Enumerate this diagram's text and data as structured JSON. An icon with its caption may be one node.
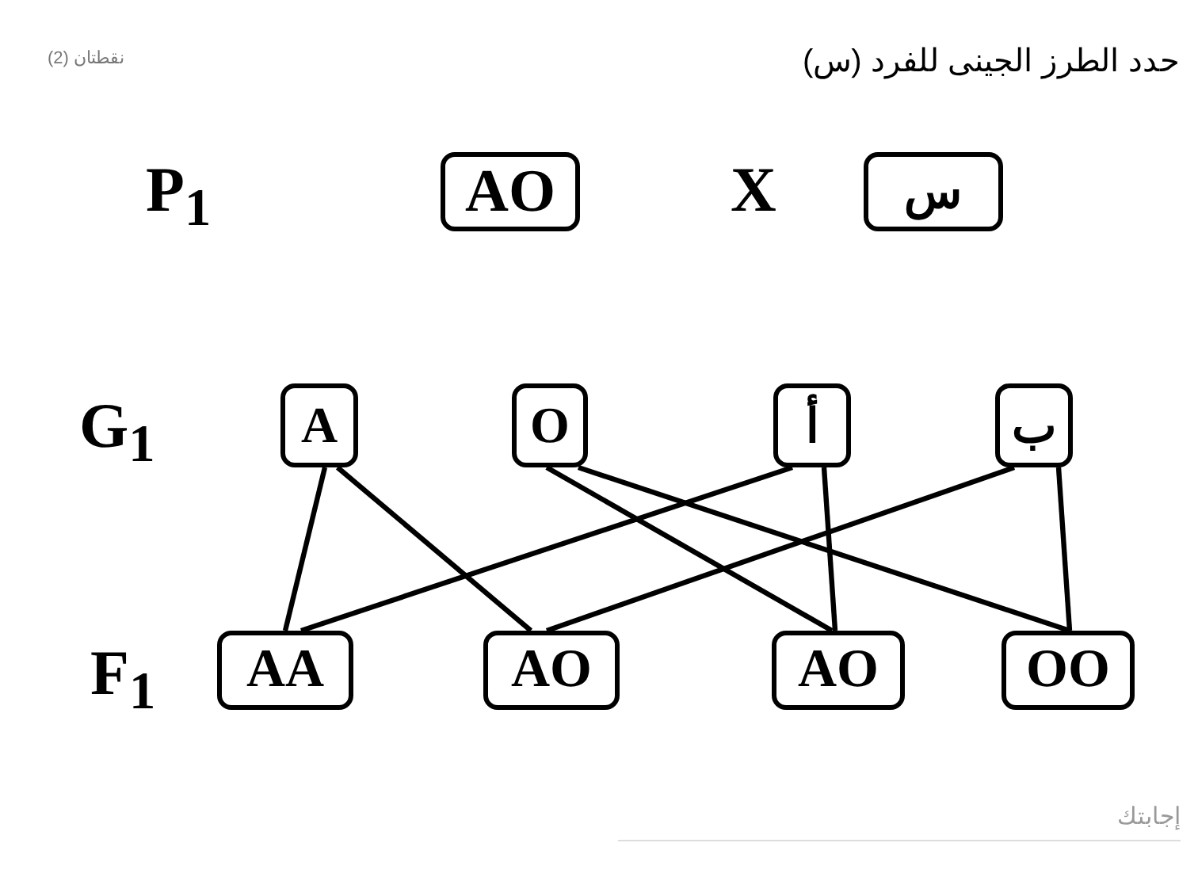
{
  "diagram": {
    "title": "حدد الطرز الجينى للفرد (س)",
    "nodes": [
      {
        "text": [
          "AO"
        ]
      },
      {
        "text": [
          "س"
        ]
      },
      {
        "text": [
          "A"
        ]
      },
      {
        "text": [
          "O"
        ]
      },
      {
        "text": [
          "أ"
        ]
      },
      {
        "text": [
          "ب"
        ]
      },
      {
        "text": [
          "AA"
        ]
      },
      {
        "text": [
          "AO"
        ]
      },
      {
        "text": [
          "AO"
        ]
      },
      {
        "text": [
          "OO"
        ]
      }
    ],
    "edges": [
      {
        "from": 2,
        "to": 6,
        "arrow": "none"
      },
      {
        "from": 2,
        "to": 7,
        "arrow": "none"
      },
      {
        "from": 3,
        "to": 8,
        "arrow": "none"
      },
      {
        "from": 3,
        "to": 9,
        "arrow": "none"
      },
      {
        "from": 4,
        "to": 6,
        "arrow": "none"
      },
      {
        "from": 4,
        "to": 8,
        "arrow": "none"
      },
      {
        "from": 5,
        "to": 7,
        "arrow": "none"
      },
      {
        "from": 5,
        "to": 9,
        "arrow": "none"
      }
    ],
    "labels": [
      "نقطتان (2)",
      "P$_{1}$",
      "X",
      "G$_{1}$",
      "F$_{1}$",
      "إجابتك"
    ]
  }
}
